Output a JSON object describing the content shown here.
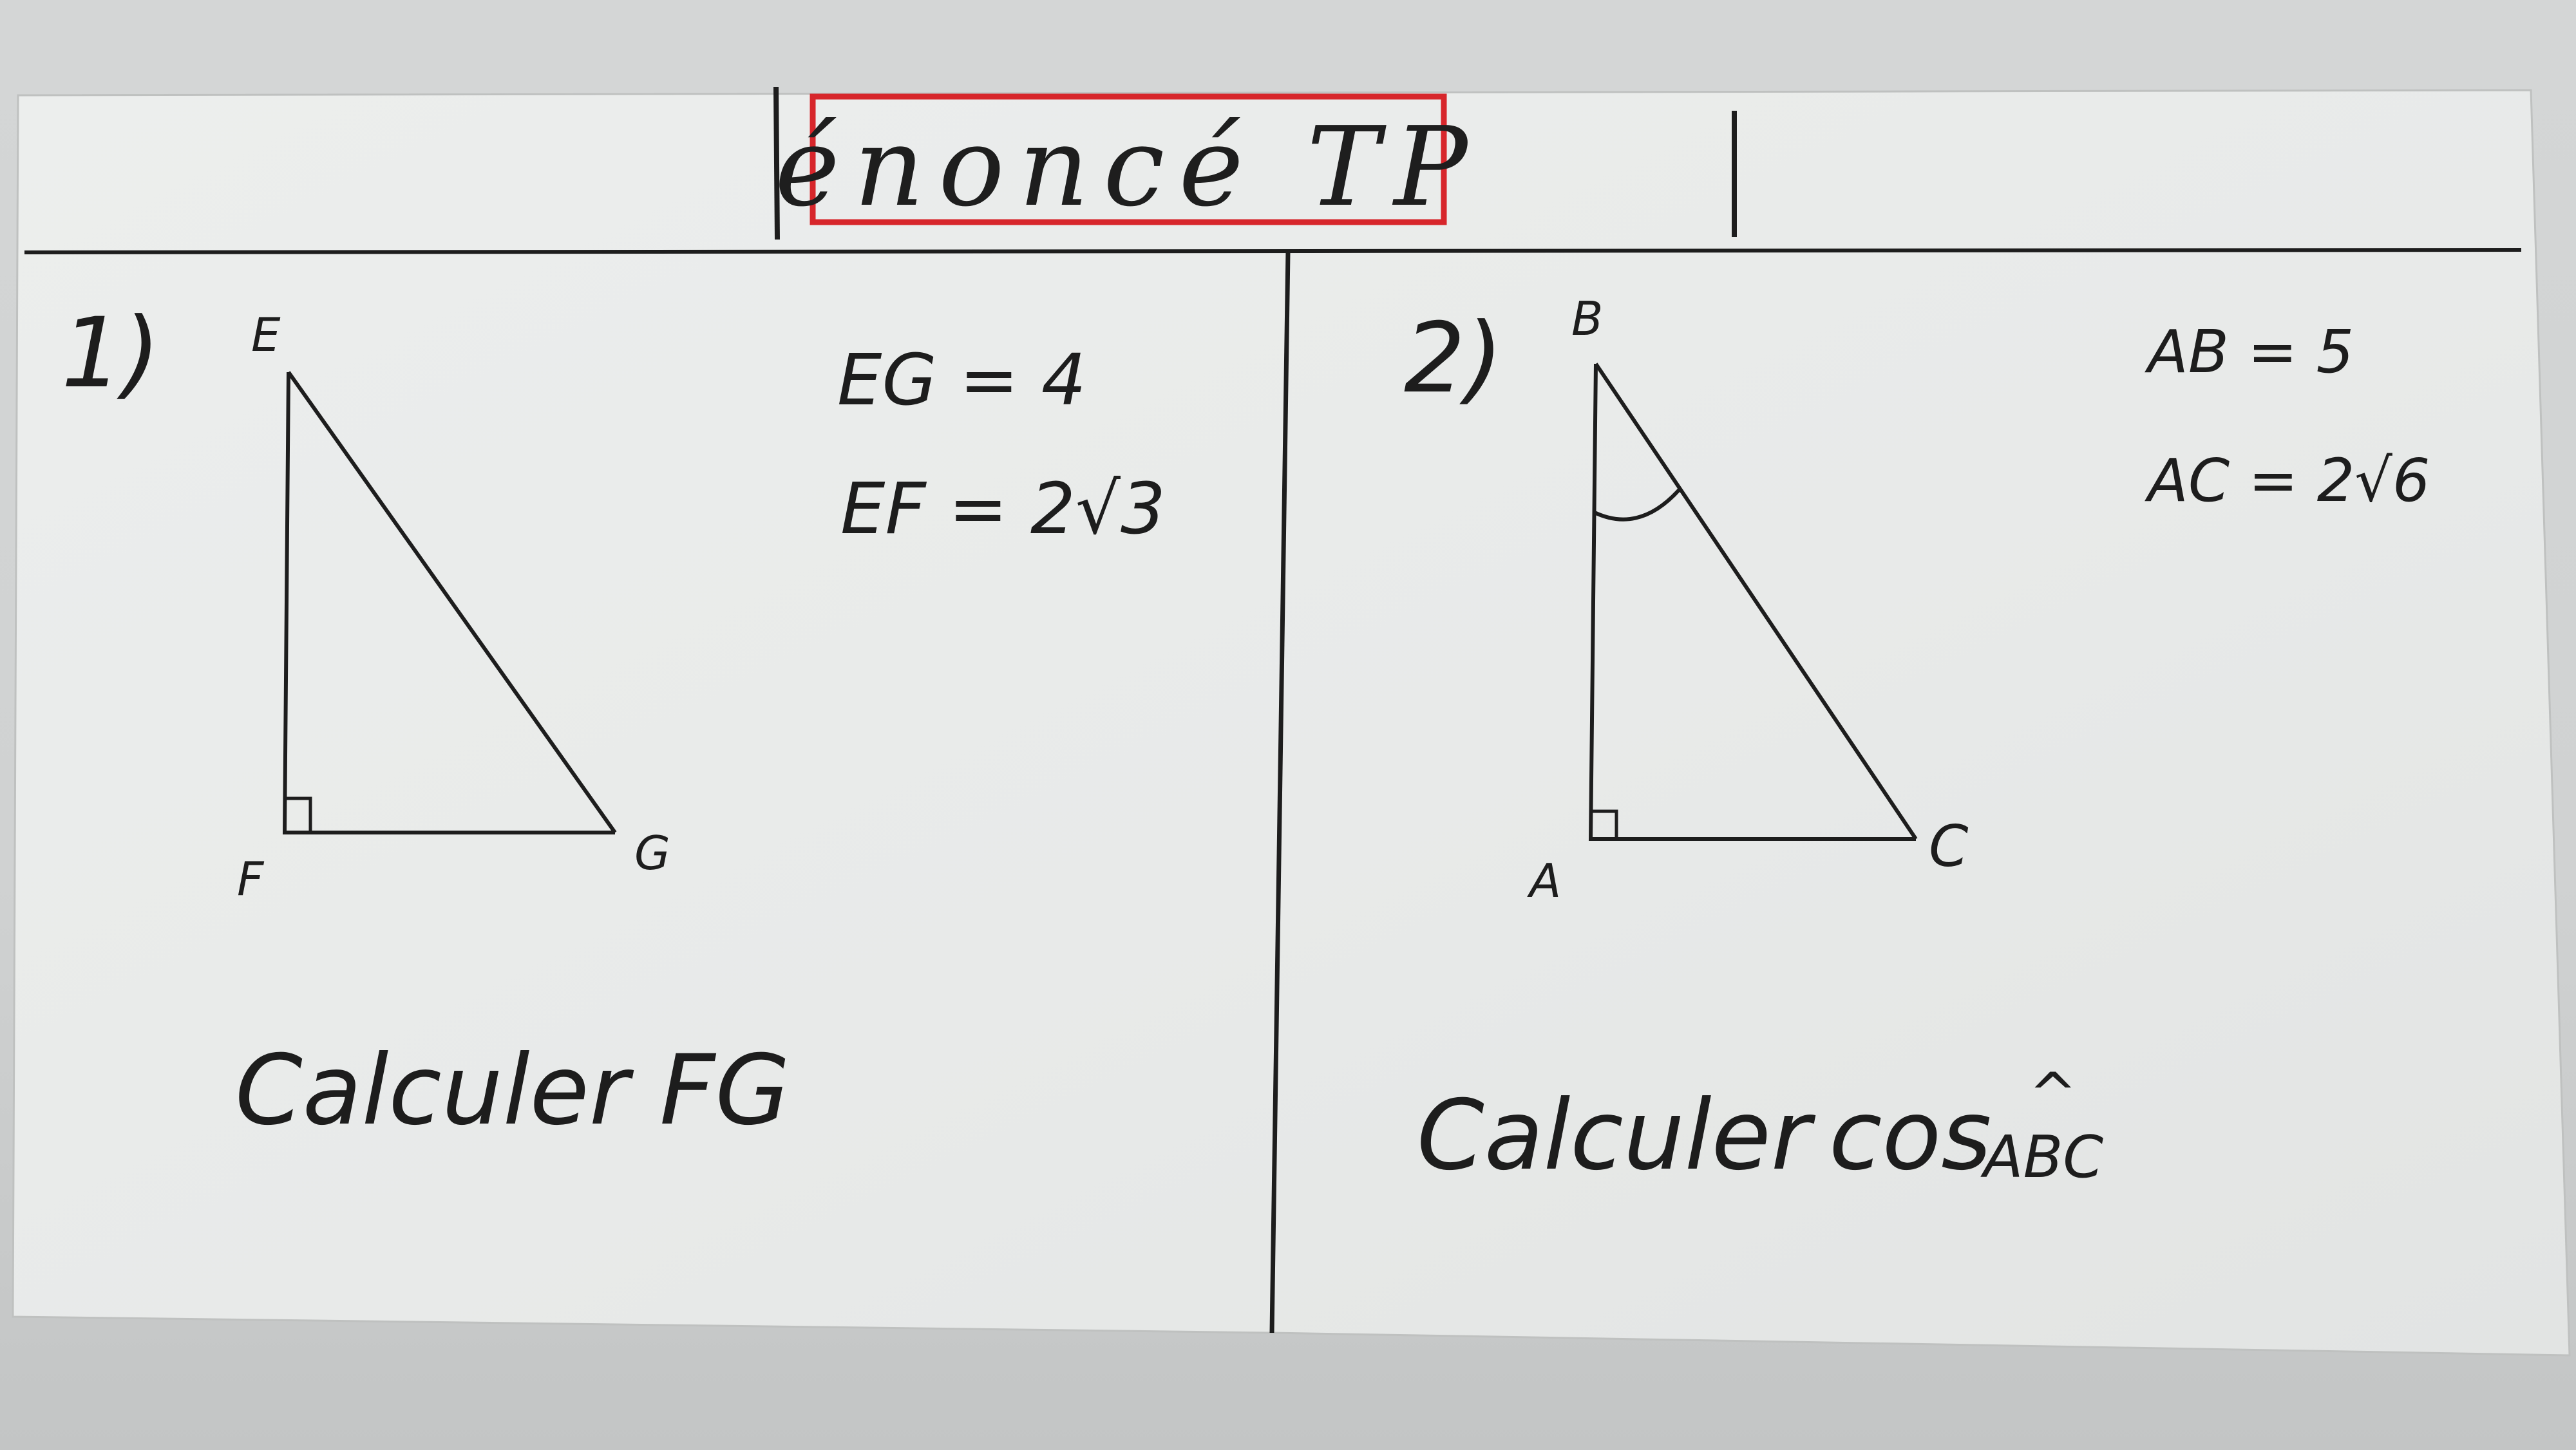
{
  "title": "énoncé TP",
  "exercises": [
    {
      "number": "1)",
      "vertices": {
        "top": "E",
        "right_angle": "F",
        "bottom_right": "G"
      },
      "givens": [
        "EG = 4",
        "EF = 2√3"
      ],
      "task": "Calculer FG"
    },
    {
      "number": "2)",
      "vertices": {
        "top": "B",
        "right_angle": "A",
        "bottom_right": "C"
      },
      "givens": [
        "AB = 5",
        "AC = 2√6"
      ],
      "task_word": "Calculer",
      "task_func": "cos",
      "task_angle": "ABC",
      "task_hat": "^"
    }
  ],
  "colors": {
    "paper": "#e9ebea",
    "ink": "#1d1d1d",
    "title_box": "#d7262b"
  }
}
